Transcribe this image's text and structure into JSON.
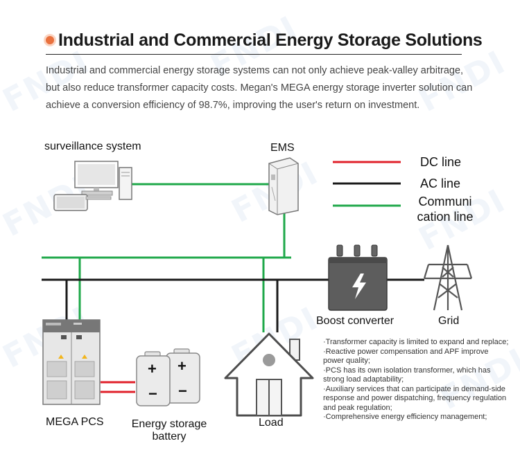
{
  "header": {
    "title": "Industrial and Commercial Energy Storage Solutions",
    "intro_lines": [
      "Industrial and commercial energy storage systems can not only achieve peak-valley arbitrage,",
      "but also reduce transformer capacity costs. Megan's MEGA energy storage inverter solution can",
      "achieve a conversion efficiency of 98.7%, improving the user's return on investment."
    ]
  },
  "watermark": "FNDI",
  "legend": {
    "dc": {
      "label": "DC line",
      "color": "#e0202a"
    },
    "ac": {
      "label": "AC line",
      "color": "#1a1a1a"
    },
    "comm": {
      "label_lines": [
        "Communi",
        "cation line"
      ],
      "color": "#1fa84a"
    }
  },
  "nodes": {
    "surveillance": "surveillance system",
    "ems": "EMS",
    "boost": "Boost converter",
    "grid": "Grid",
    "pcs": "MEGA PCS",
    "battery_lines": [
      "Energy storage",
      "battery"
    ],
    "load": "Load"
  },
  "battery_symbols": {
    "plus": "+",
    "minus": "−"
  },
  "notes": [
    "·Transformer capacity is limited to expand and replace;",
    "·Reactive power compensation and APF improve power quality;",
    "·PCS has its own isolation transformer, which has strong load adaptability;",
    "·Auxiliary services that can participate in demand-side response and power dispatching, frequency regulation and peak regulation;",
    "·Comprehensive energy efficiency management;"
  ]
}
